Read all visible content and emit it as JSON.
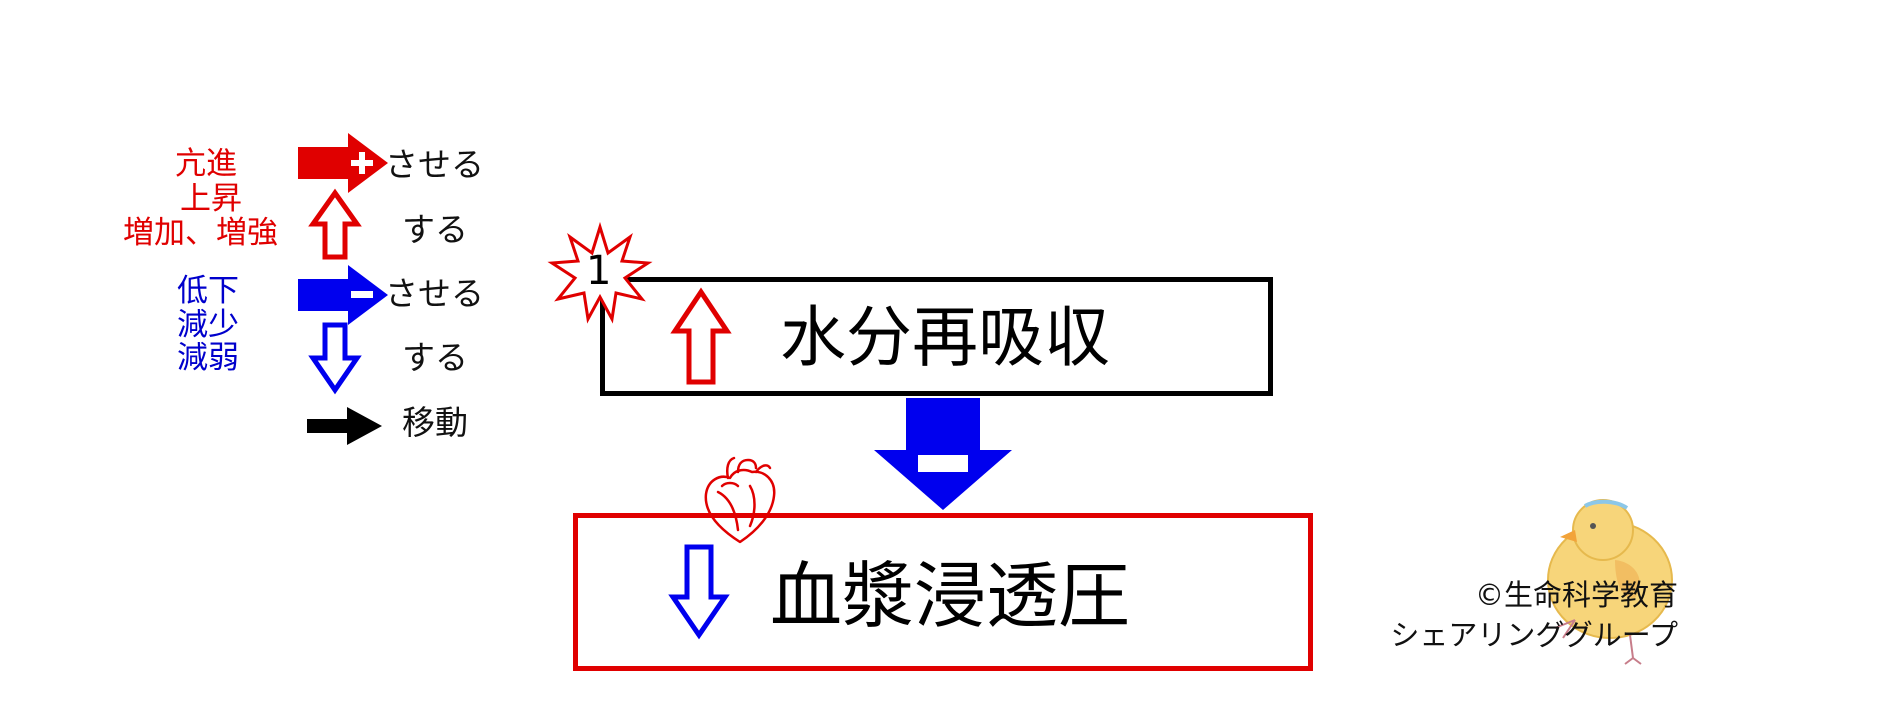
{
  "legend": {
    "items": [
      {
        "labels": [
          "亢進"
        ],
        "suffix": "させる",
        "color": "#e00000"
      },
      {
        "labels": [
          "上昇",
          "増加、増強"
        ],
        "suffix": "する",
        "color": "#e00000"
      },
      {
        "labels": [
          "低下"
        ],
        "suffix": "させる",
        "color": "#0000cc"
      },
      {
        "labels": [
          "減少",
          "減弱"
        ],
        "suffix": "する",
        "color": "#0000cc"
      },
      {
        "labels": [],
        "suffix": "移動",
        "color": "#000000"
      }
    ]
  },
  "badge": {
    "number": "1",
    "color": "#e00000"
  },
  "boxes": {
    "top": {
      "text": "水分再吸収",
      "arrow": "up",
      "border_color": "#000000"
    },
    "bottom": {
      "text": "血漿浸透圧",
      "arrow": "down",
      "border_color": "#e00000"
    }
  },
  "connector": {
    "sign": "minus",
    "color": "#0000ee"
  },
  "copyright": {
    "line1": "©生命科学教育",
    "line2": "シェアリンググループ"
  },
  "colors": {
    "red": "#e00000",
    "blue": "#0000cc",
    "black": "#000000"
  }
}
